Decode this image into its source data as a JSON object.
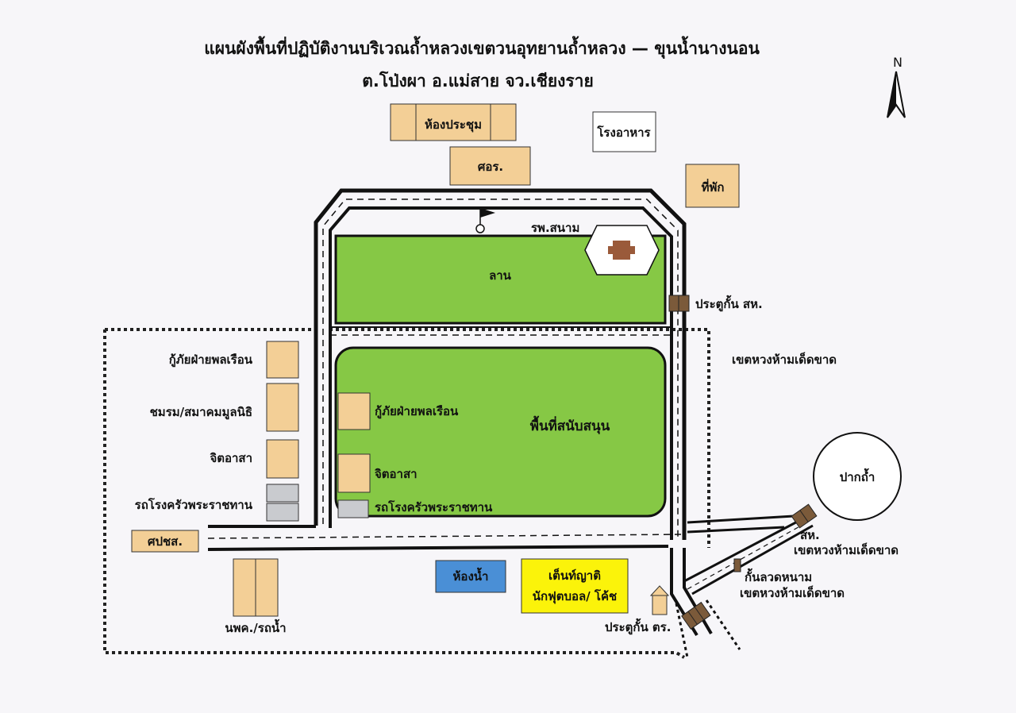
{
  "title": {
    "line1": "แผนผังพื้นที่ปฏิบัติงานบริเวณถ้ำหลวงเขตวนอุทยานถ้ำหลวง — ขุนน้ำนางนอน",
    "line2": "ต.โป่งผา อ.แม่สาย  จว.เชียงราย"
  },
  "north": "N",
  "buildings": {
    "meeting_room": "ห้องประชุม",
    "canteen": "โรงอาหาร",
    "command_center": "ศอร.",
    "lodging": "ที่พัก",
    "field_hospital": "รพ.สนาม",
    "field": "ลาน",
    "support_area": "พื้นที่สนับสนุน",
    "restroom": "ห้องน้ำ",
    "relatives_tent_line1": "เต็นท์ญาติ",
    "relatives_tent_line2": "นักฟุตบอล/ โค้ช",
    "cave_entrance": "ปากถ้ำ",
    "pcs": "ศปชส."
  },
  "left_column": {
    "civil_rescue": "กู้ภัยฝ่ายพลเรือน",
    "clubs": "ชมรม/สมาคมมูลนิธิ",
    "volunteers": "จิตอาสา",
    "royal_kitchen": "รถโรงครัวพระราชทาน",
    "water_truck": "นพค./รถน้ำ"
  },
  "inner_column": {
    "civil_rescue": "กู้ภัยฝ่ายพลเรือน",
    "volunteers": "จิตอาสา",
    "royal_kitchen": "รถโรงครัวพระราชทาน"
  },
  "gates": {
    "navy_gate": "ประตูกั้น สห.",
    "police_gate": "ประตูกั้น ตร.",
    "navy_short": "สห.",
    "restricted_1": "เขตหวงห้ามเด็ดขาด",
    "restricted_2": "เขตหวงห้ามเด็ดขาด",
    "restricted_3": "เขตหวงห้ามเด็ดขาด",
    "barbed_wire": "กั้นลวดหนาม"
  },
  "colors": {
    "building": "#f3cf96",
    "field": "#86c845",
    "kitchen": "#c9cbcf",
    "restroom": "#4a8fd6",
    "tent": "#fbf30a",
    "gate": "#7b5a3a",
    "hospital_cross": "#9a5a3a"
  }
}
